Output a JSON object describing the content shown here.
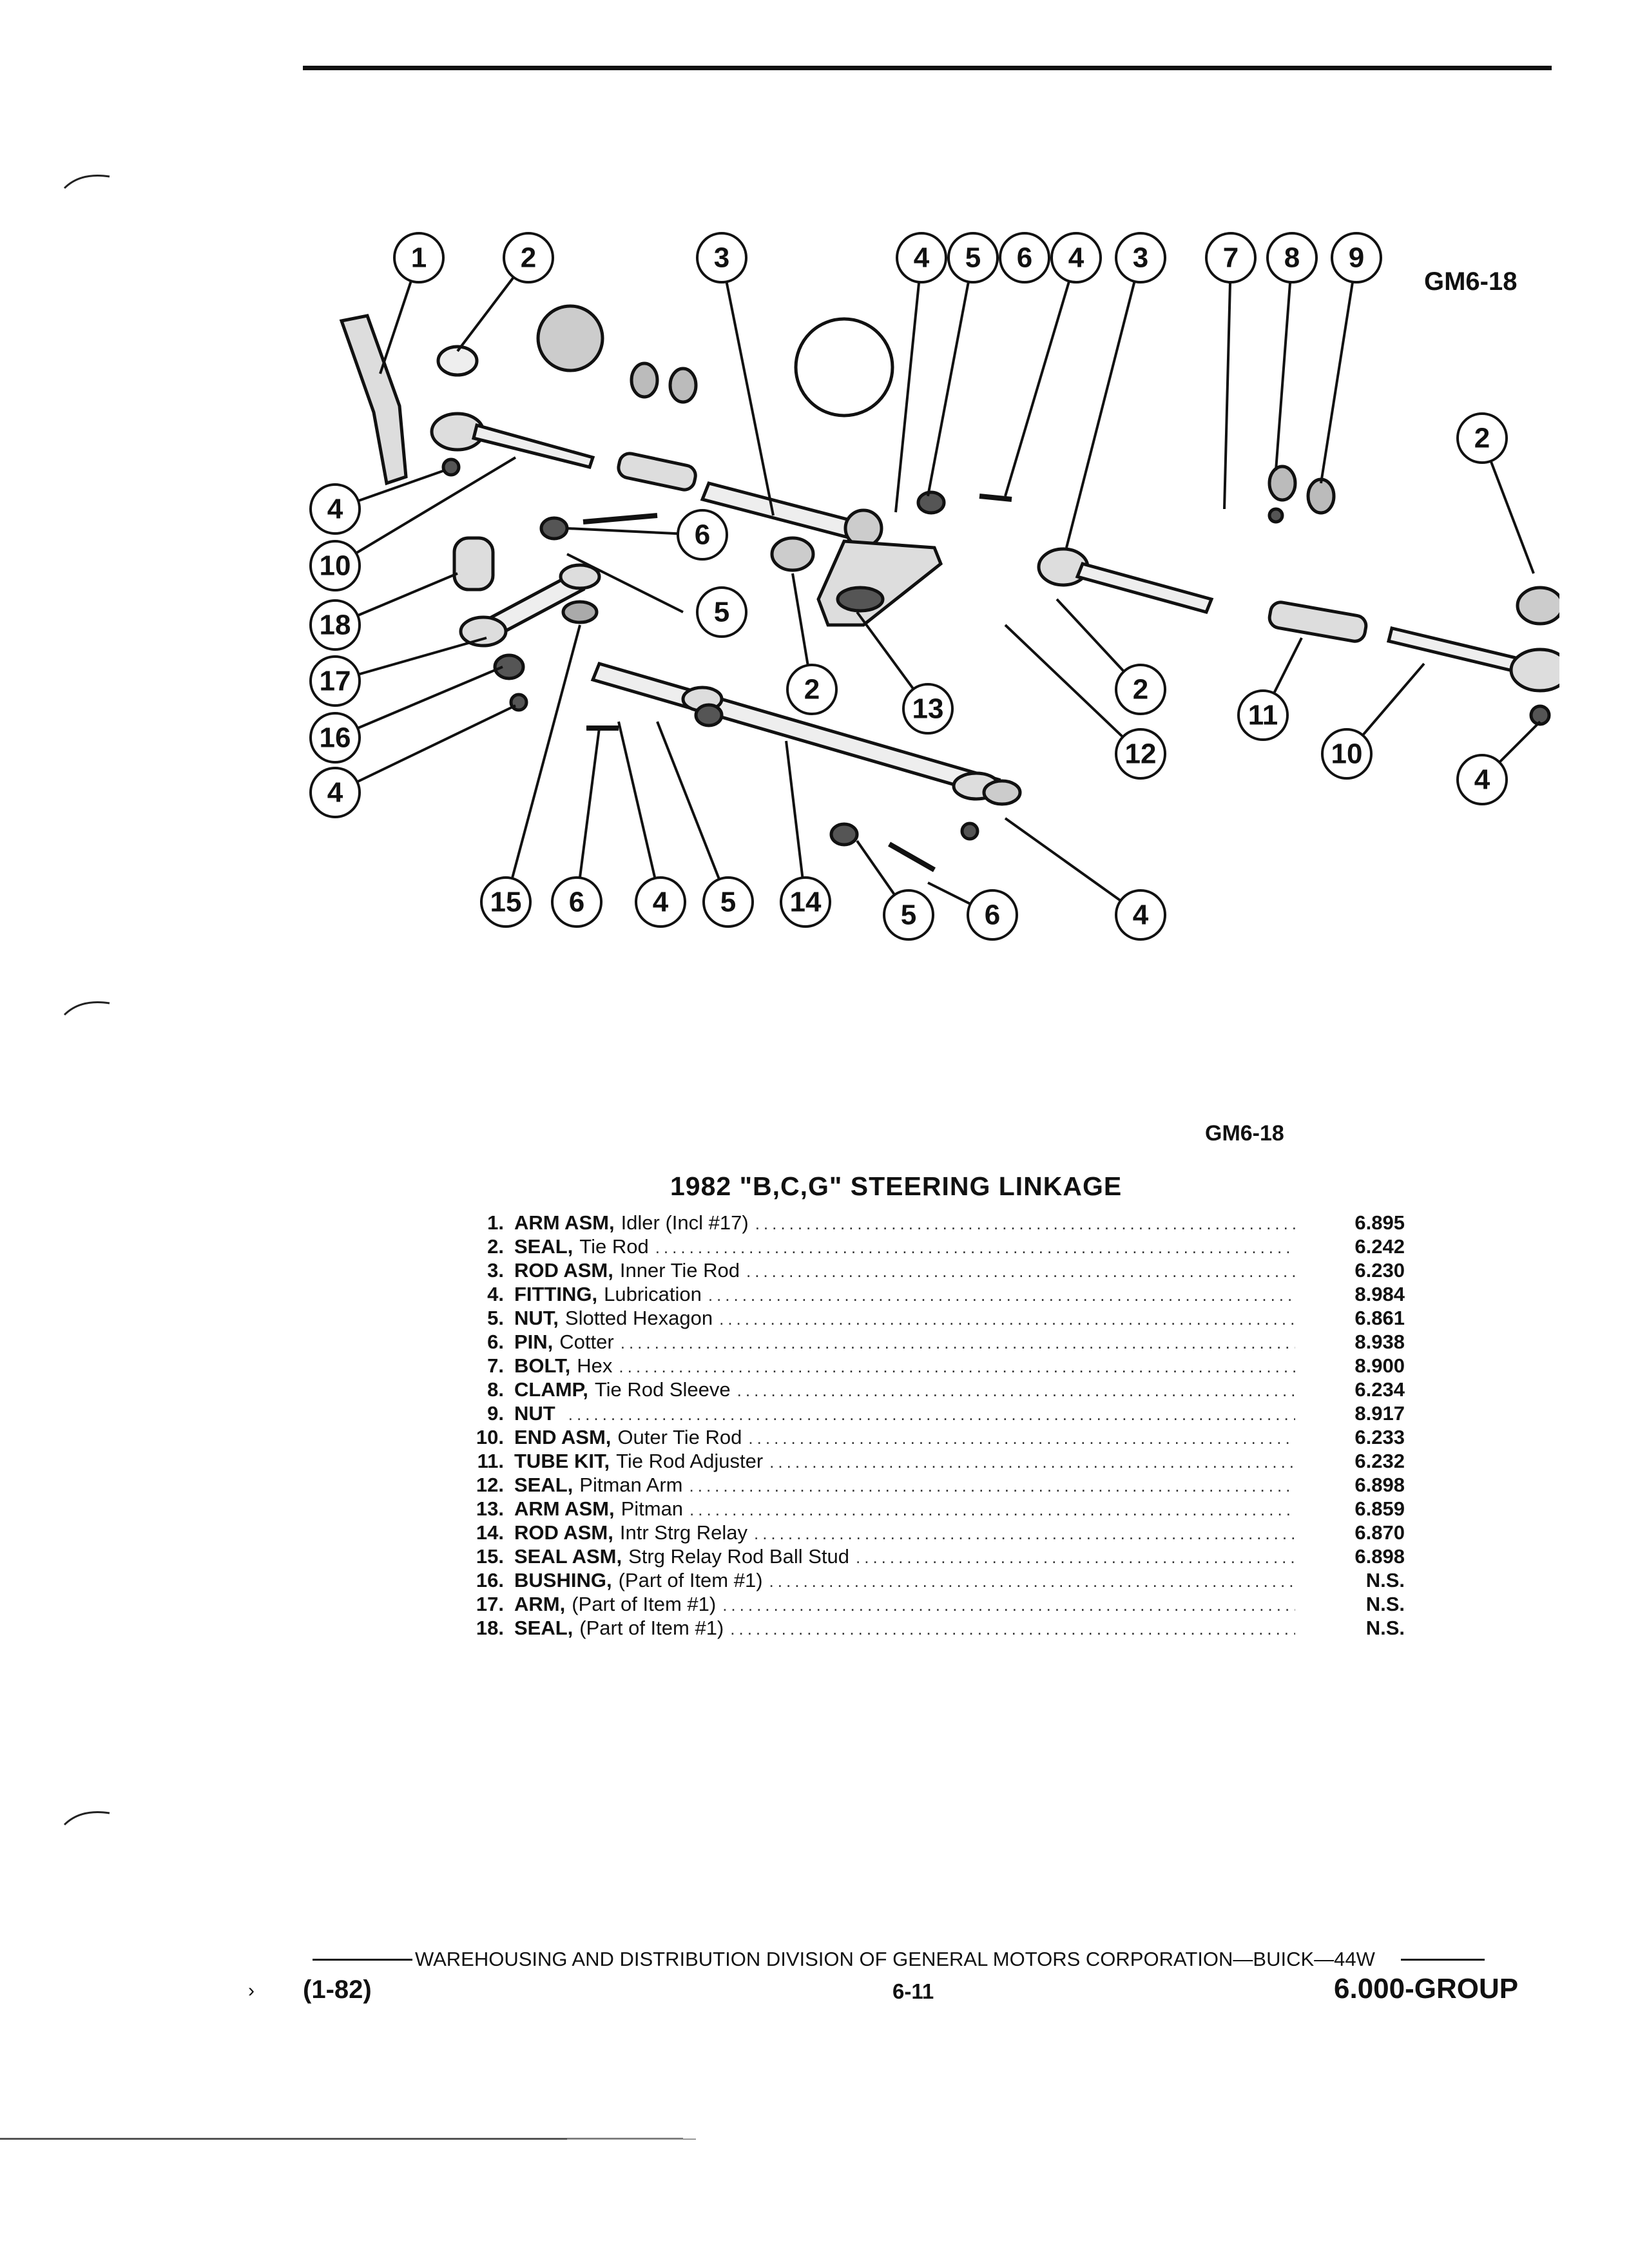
{
  "diagram": {
    "code": "GM6-18",
    "callouts": [
      "1",
      "2",
      "3",
      "4",
      "5",
      "6",
      "4",
      "3",
      "7",
      "8",
      "9",
      "2",
      "4",
      "10",
      "18",
      "17",
      "16",
      "4",
      "6",
      "5",
      "2",
      "13",
      "2",
      "12",
      "11",
      "10",
      "4",
      "15",
      "6",
      "4",
      "5",
      "14",
      "5",
      "6",
      "4"
    ]
  },
  "figure_code": "GM6-18",
  "title": "1982 \"B,C,G\" STEERING LINKAGE",
  "parts": [
    {
      "num": "1.",
      "name": "ARM ASM,",
      "desc": "Idler (Incl #17)",
      "code": "6.895"
    },
    {
      "num": "2.",
      "name": "SEAL,",
      "desc": "Tie Rod",
      "code": "6.242"
    },
    {
      "num": "3.",
      "name": "ROD ASM,",
      "desc": "Inner Tie Rod",
      "code": "6.230"
    },
    {
      "num": "4.",
      "name": "FITTING,",
      "desc": "Lubrication",
      "code": "8.984"
    },
    {
      "num": "5.",
      "name": "NUT,",
      "desc": "Slotted Hexagon",
      "code": "6.861"
    },
    {
      "num": "6.",
      "name": "PIN,",
      "desc": "Cotter",
      "code": "8.938"
    },
    {
      "num": "7.",
      "name": "BOLT,",
      "desc": "Hex",
      "code": "8.900"
    },
    {
      "num": "8.",
      "name": "CLAMP,",
      "desc": "Tie Rod Sleeve",
      "code": "6.234"
    },
    {
      "num": "9.",
      "name": "NUT",
      "desc": "",
      "code": "8.917"
    },
    {
      "num": "10.",
      "name": "END ASM,",
      "desc": "Outer Tie Rod",
      "code": "6.233"
    },
    {
      "num": "11.",
      "name": "TUBE KIT,",
      "desc": "Tie Rod Adjuster",
      "code": "6.232"
    },
    {
      "num": "12.",
      "name": "SEAL,",
      "desc": "Pitman Arm",
      "code": "6.898"
    },
    {
      "num": "13.",
      "name": "ARM ASM,",
      "desc": "Pitman",
      "code": "6.859"
    },
    {
      "num": "14.",
      "name": "ROD ASM,",
      "desc": "Intr Strg Relay",
      "code": "6.870"
    },
    {
      "num": "15.",
      "name": "SEAL ASM,",
      "desc": "Strg Relay Rod Ball Stud",
      "code": "6.898"
    },
    {
      "num": "16.",
      "name": "BUSHING,",
      "desc": "(Part of Item #1)",
      "code": "N.S."
    },
    {
      "num": "17.",
      "name": "ARM,",
      "desc": "(Part of Item #1)",
      "code": "N.S."
    },
    {
      "num": "18.",
      "name": "SEAL,",
      "desc": "(Part of Item #1)",
      "code": "N.S."
    }
  ],
  "footer": {
    "line": "WAREHOUSING AND DISTRIBUTION DIVISION OF GENERAL MOTORS CORPORATION—BUICK—44W",
    "date": "(1-82)",
    "page": "6-11",
    "group": "6.000-GROUP"
  }
}
